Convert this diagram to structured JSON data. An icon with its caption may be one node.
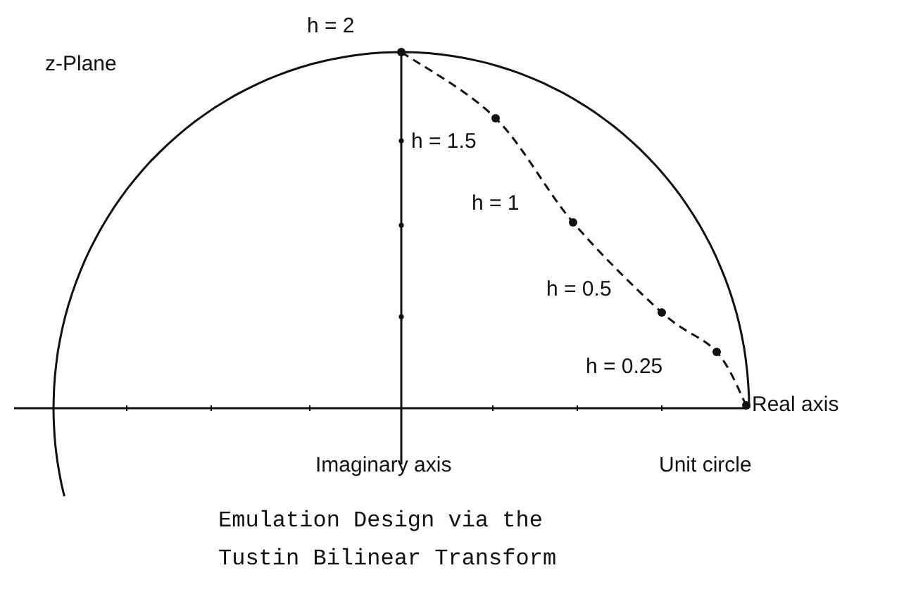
{
  "diagram": {
    "caption": "Emulation Design via the Tustin Bilinear Transform",
    "labels": [
      "h = 2",
      "z-Plane",
      "h = 1.5",
      "h = 1",
      "h = 0.5",
      "h = 0.25",
      "Real axis",
      "Imaginary axis",
      "Unit circle"
    ]
  }
}
